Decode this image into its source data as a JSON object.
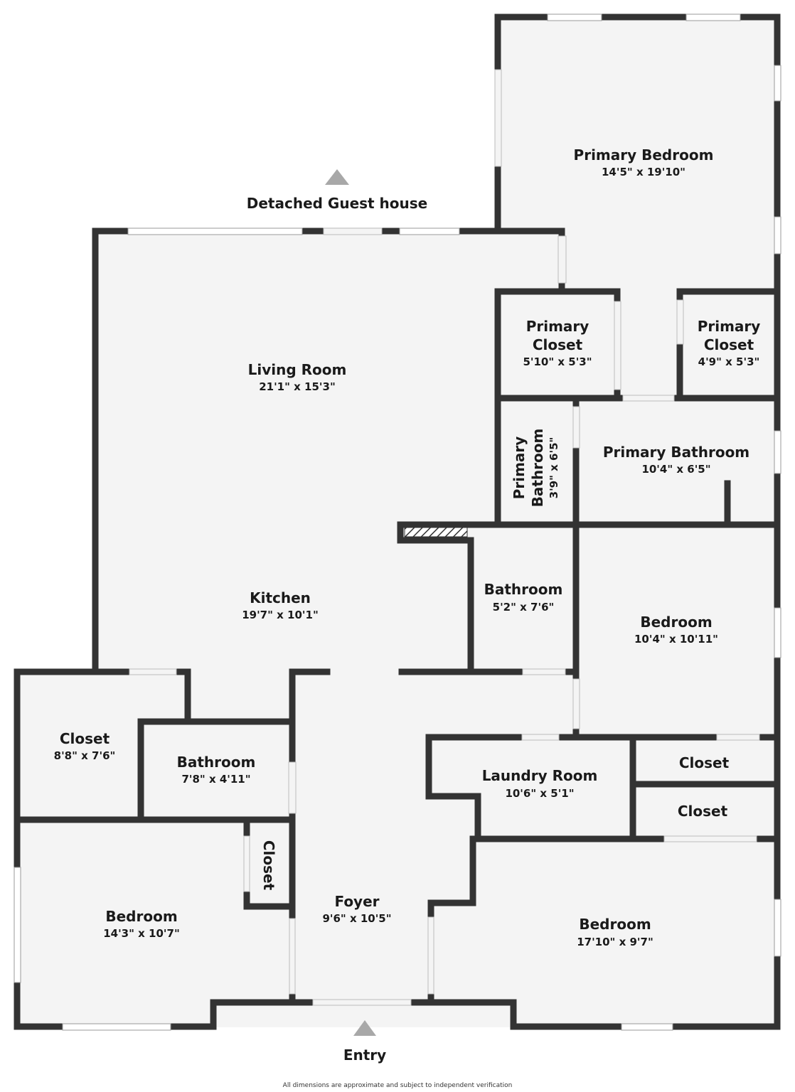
{
  "colors": {
    "wall": "#333333",
    "floor": "#f4f4f4",
    "marker": "#a8a8a8",
    "background": "#ffffff"
  },
  "markers": {
    "guest_house": "Detached Guest house",
    "entry": "Entry"
  },
  "rooms": {
    "primary_bedroom": {
      "name": "Primary Bedroom",
      "dim": "14'5\" x 19'10\""
    },
    "primary_closet_left": {
      "name_1": "Primary",
      "name_2": "Closet",
      "dim": "5'10\" x 5'3\""
    },
    "primary_closet_right": {
      "name_1": "Primary",
      "name_2": "Closet",
      "dim": "4'9\" x 5'3\""
    },
    "primary_bathroom_small": {
      "name_1": "Primary",
      "name_2": "Bathroom",
      "dim": "3'9\" x 6'5\""
    },
    "primary_bathroom": {
      "name": "Primary Bathroom",
      "dim": "10'4\" x 6'5\""
    },
    "living_room": {
      "name": "Living Room",
      "dim": "21'1\" x 15'3\""
    },
    "kitchen": {
      "name": "Kitchen",
      "dim": "19'7\" x 10'1\""
    },
    "bathroom_center": {
      "name": "Bathroom",
      "dim": "5'2\" x 7'6\""
    },
    "bedroom_right": {
      "name": "Bedroom",
      "dim": "10'4\" x 10'11\""
    },
    "closet_left": {
      "name": "Closet",
      "dim": "8'8\" x 7'6\""
    },
    "bathroom_left": {
      "name": "Bathroom",
      "dim": "7'8\" x 4'11\""
    },
    "laundry_room": {
      "name": "Laundry Room",
      "dim": "10'6\" x 5'1\""
    },
    "closet_right_top": {
      "name": "Closet"
    },
    "closet_right_bottom": {
      "name": "Closet"
    },
    "closet_small": {
      "name": "Closet"
    },
    "bedroom_left": {
      "name": "Bedroom",
      "dim": "14'3\" x 10'7\""
    },
    "foyer": {
      "name": "Foyer",
      "dim": "9'6\" x 10'5\""
    },
    "bedroom_bottom_right": {
      "name": "Bedroom",
      "dim": "17'10\" x 9'7\""
    }
  },
  "footnote": "All dimensions are approximate and subject to independent verification"
}
